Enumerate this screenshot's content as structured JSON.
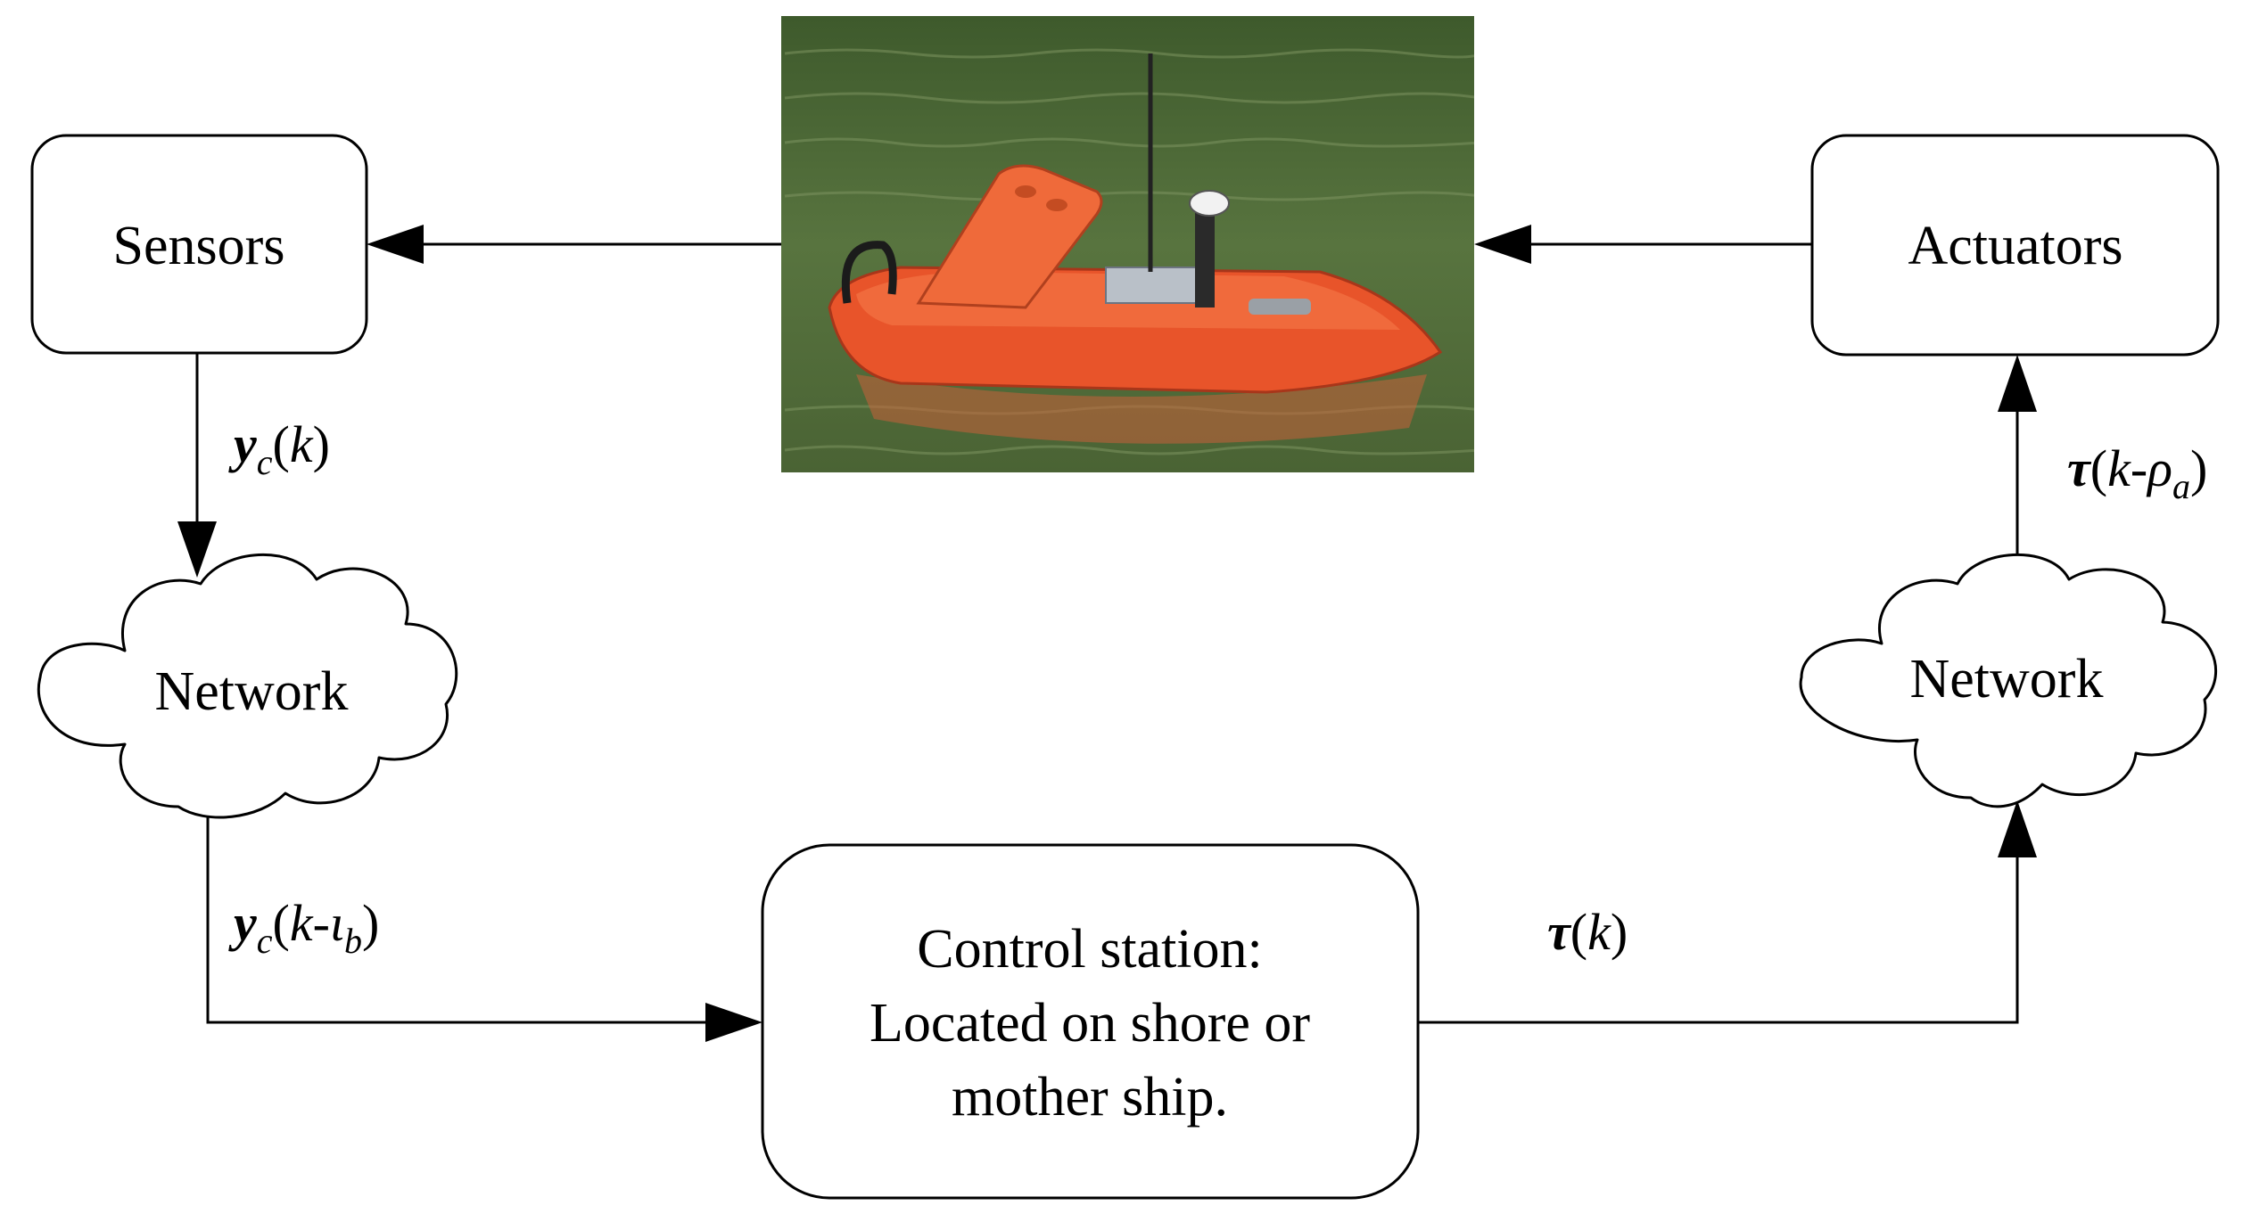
{
  "colors": {
    "line": "#000000",
    "box_fill": "#ffffff",
    "boat_hull": "#e8542a",
    "water": "#4f6b3a"
  },
  "nodes": {
    "sensors": "Sensors",
    "actuators": "Actuators",
    "network_left": "Network",
    "network_right": "Network",
    "control_station": {
      "line1": "Control station:",
      "line2": "Located on shore or",
      "line3": "mother ship."
    },
    "plant_image": "unmanned-surface-vessel-photo"
  },
  "signals": {
    "sensor_output": {
      "sym": "y",
      "sub": "c",
      "arg": "k"
    },
    "delayed_output": {
      "sym": "y",
      "sub": "c",
      "arg_var": "k",
      "minus": "-",
      "delay": "ι",
      "delay_sub": "b"
    },
    "control_output": {
      "sym": "τ",
      "arg": "k"
    },
    "delayed_control": {
      "sym": "τ",
      "arg_var": "k",
      "minus": "-",
      "delay": "ρ",
      "delay_sub": "a"
    }
  }
}
